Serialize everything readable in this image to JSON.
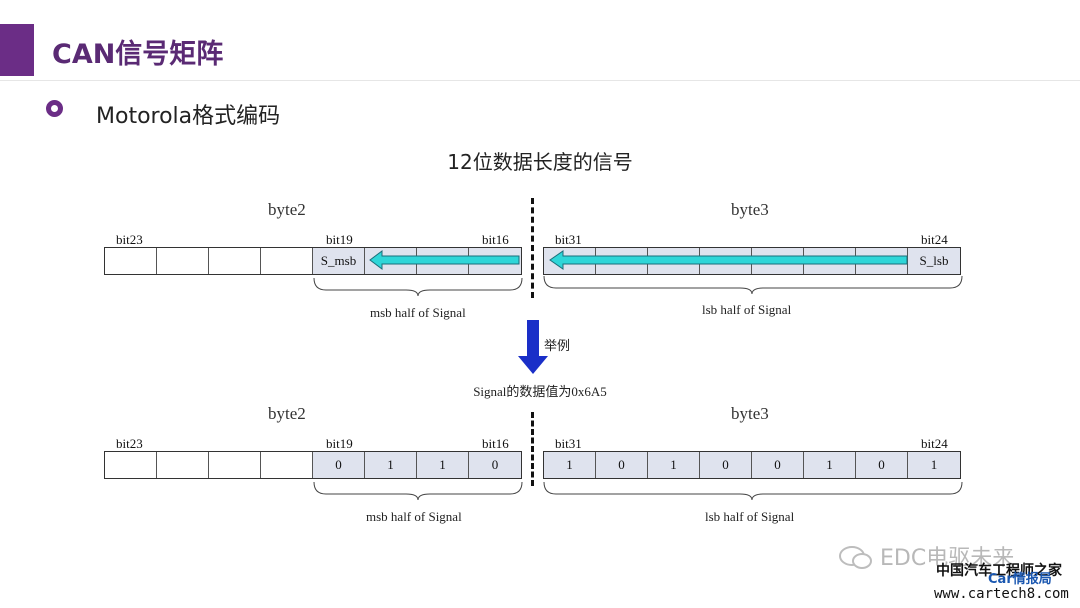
{
  "slide": {
    "title": "CAN信号矩阵",
    "bullet": "Motorola格式编码",
    "subtitle": "12位数据长度的信号"
  },
  "diagram_top": {
    "byte2_label": "byte2",
    "byte3_label": "byte3",
    "bit23": "bit23",
    "bit19": "bit19",
    "bit16": "bit16",
    "bit31": "bit31",
    "bit24": "bit24",
    "s_msb": "S_msb",
    "s_lsb": "S_lsb",
    "msb_brace": "msb half of Signal",
    "lsb_brace": "lsb half of Signal"
  },
  "example": {
    "label": "举例",
    "signal_value": "Signal的数据值为0x6A5"
  },
  "diagram_bottom": {
    "byte2_label": "byte2",
    "byte3_label": "byte3",
    "bit23": "bit23",
    "bit19": "bit19",
    "bit16": "bit16",
    "bit31": "bit31",
    "bit24": "bit24",
    "byte2_values": [
      "",
      "",
      "",
      "",
      "0",
      "1",
      "1",
      "0"
    ],
    "byte3_values": [
      "1",
      "0",
      "1",
      "0",
      "0",
      "1",
      "0",
      "1"
    ],
    "msb_brace": "msb half of Signal",
    "lsb_brace": "lsb half of Signal"
  },
  "watermark": {
    "account": "EDC电驱未来",
    "site_cn": "中国汽车工程师之家",
    "site_car": "Car情报局",
    "site_url": "www.cartech8.com"
  },
  "colors": {
    "accent": "#6b2d86",
    "arrow_cyan": "#2fd6d8",
    "arrow_blue": "#1a2fc8",
    "signal_fill": "#dfe3ee"
  }
}
